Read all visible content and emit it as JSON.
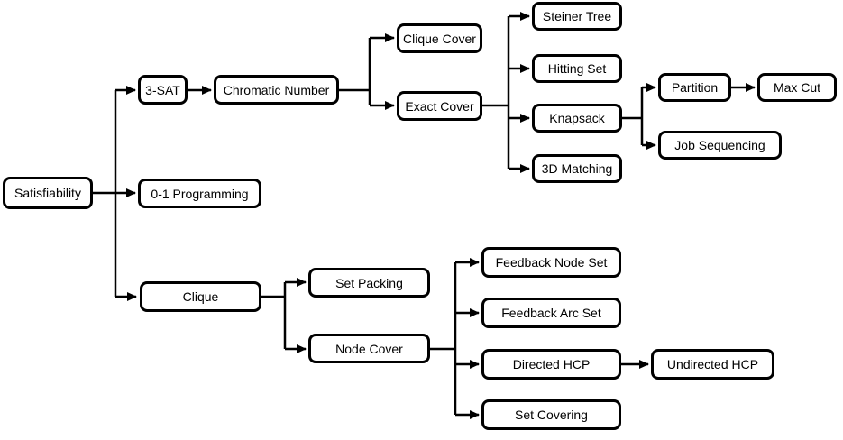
{
  "diagram": {
    "type": "reduction-tree",
    "description": "Tree of polynomial-time reductions between NP-complete problems rooted at Satisfiability",
    "colors": {
      "background": "#ffffff",
      "box_fill": "#ffffff",
      "box_border": "#000000",
      "line": "#000000",
      "text": "#000000"
    }
  },
  "nodes": {
    "satisfiability": {
      "label": "Satisfiability"
    },
    "three_sat": {
      "label": "3-SAT"
    },
    "chromatic_number": {
      "label": "Chromatic Number"
    },
    "clique_cover": {
      "label": "Clique Cover"
    },
    "exact_cover": {
      "label": "Exact Cover"
    },
    "steiner_tree": {
      "label": "Steiner Tree"
    },
    "hitting_set": {
      "label": "Hitting Set"
    },
    "knapsack": {
      "label": "Knapsack"
    },
    "three_d_matching": {
      "label": "3D Matching"
    },
    "partition": {
      "label": "Partition"
    },
    "max_cut": {
      "label": "Max Cut"
    },
    "job_sequencing": {
      "label": "Job Sequencing"
    },
    "zero_one_programming": {
      "label": "0-1 Programming"
    },
    "clique": {
      "label": "Clique"
    },
    "set_packing": {
      "label": "Set Packing"
    },
    "node_cover": {
      "label": "Node Cover"
    },
    "feedback_node_set": {
      "label": "Feedback Node Set"
    },
    "feedback_arc_set": {
      "label": "Feedback Arc Set"
    },
    "directed_hcp": {
      "label": "Directed HCP"
    },
    "undirected_hcp": {
      "label": "Undirected HCP"
    },
    "set_covering": {
      "label": "Set Covering"
    }
  },
  "edges": [
    {
      "from": "Satisfiability",
      "to": "3-SAT"
    },
    {
      "from": "Satisfiability",
      "to": "0-1 Programming"
    },
    {
      "from": "Satisfiability",
      "to": "Clique"
    },
    {
      "from": "3-SAT",
      "to": "Chromatic Number"
    },
    {
      "from": "Chromatic Number",
      "to": "Clique Cover"
    },
    {
      "from": "Chromatic Number",
      "to": "Exact Cover"
    },
    {
      "from": "Exact Cover",
      "to": "Steiner Tree"
    },
    {
      "from": "Exact Cover",
      "to": "Hitting Set"
    },
    {
      "from": "Exact Cover",
      "to": "Knapsack"
    },
    {
      "from": "Exact Cover",
      "to": "3D Matching"
    },
    {
      "from": "Knapsack",
      "to": "Partition"
    },
    {
      "from": "Knapsack",
      "to": "Job Sequencing"
    },
    {
      "from": "Partition",
      "to": "Max Cut"
    },
    {
      "from": "Clique",
      "to": "Set Packing"
    },
    {
      "from": "Clique",
      "to": "Node Cover"
    },
    {
      "from": "Node Cover",
      "to": "Feedback Node Set"
    },
    {
      "from": "Node Cover",
      "to": "Feedback Arc Set"
    },
    {
      "from": "Node Cover",
      "to": "Directed HCP"
    },
    {
      "from": "Node Cover",
      "to": "Set Covering"
    },
    {
      "from": "Directed HCP",
      "to": "Undirected HCP"
    }
  ]
}
